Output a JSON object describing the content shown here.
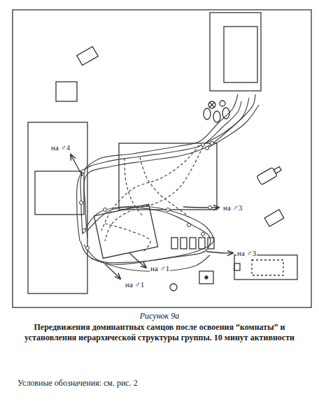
{
  "diagram": {
    "title": "Рисунок 9а",
    "caption": "Передвижения доминантных самцов после освоения “комнаты” и установления иерархической структуры группы. 10 минут активности",
    "labels": [
      "на ♂4",
      "на ♂3",
      "на ♂3",
      "на ♂1",
      "на ♂1",
      "Условные обозначения: см. рис. 2"
    ]
  }
}
